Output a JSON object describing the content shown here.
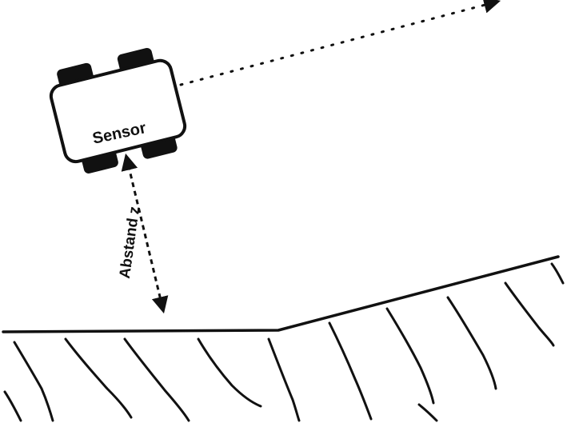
{
  "diagram": {
    "vehicle_label": "Sensor",
    "distance_label": "Abstand z"
  },
  "colors": {
    "ink": "#111111",
    "background": "#ffffff"
  },
  "icons": {
    "vehicle": "robot-vehicle-icon",
    "direction": "dotted-arrow",
    "distance": "double-headed-dashed-arrow"
  }
}
